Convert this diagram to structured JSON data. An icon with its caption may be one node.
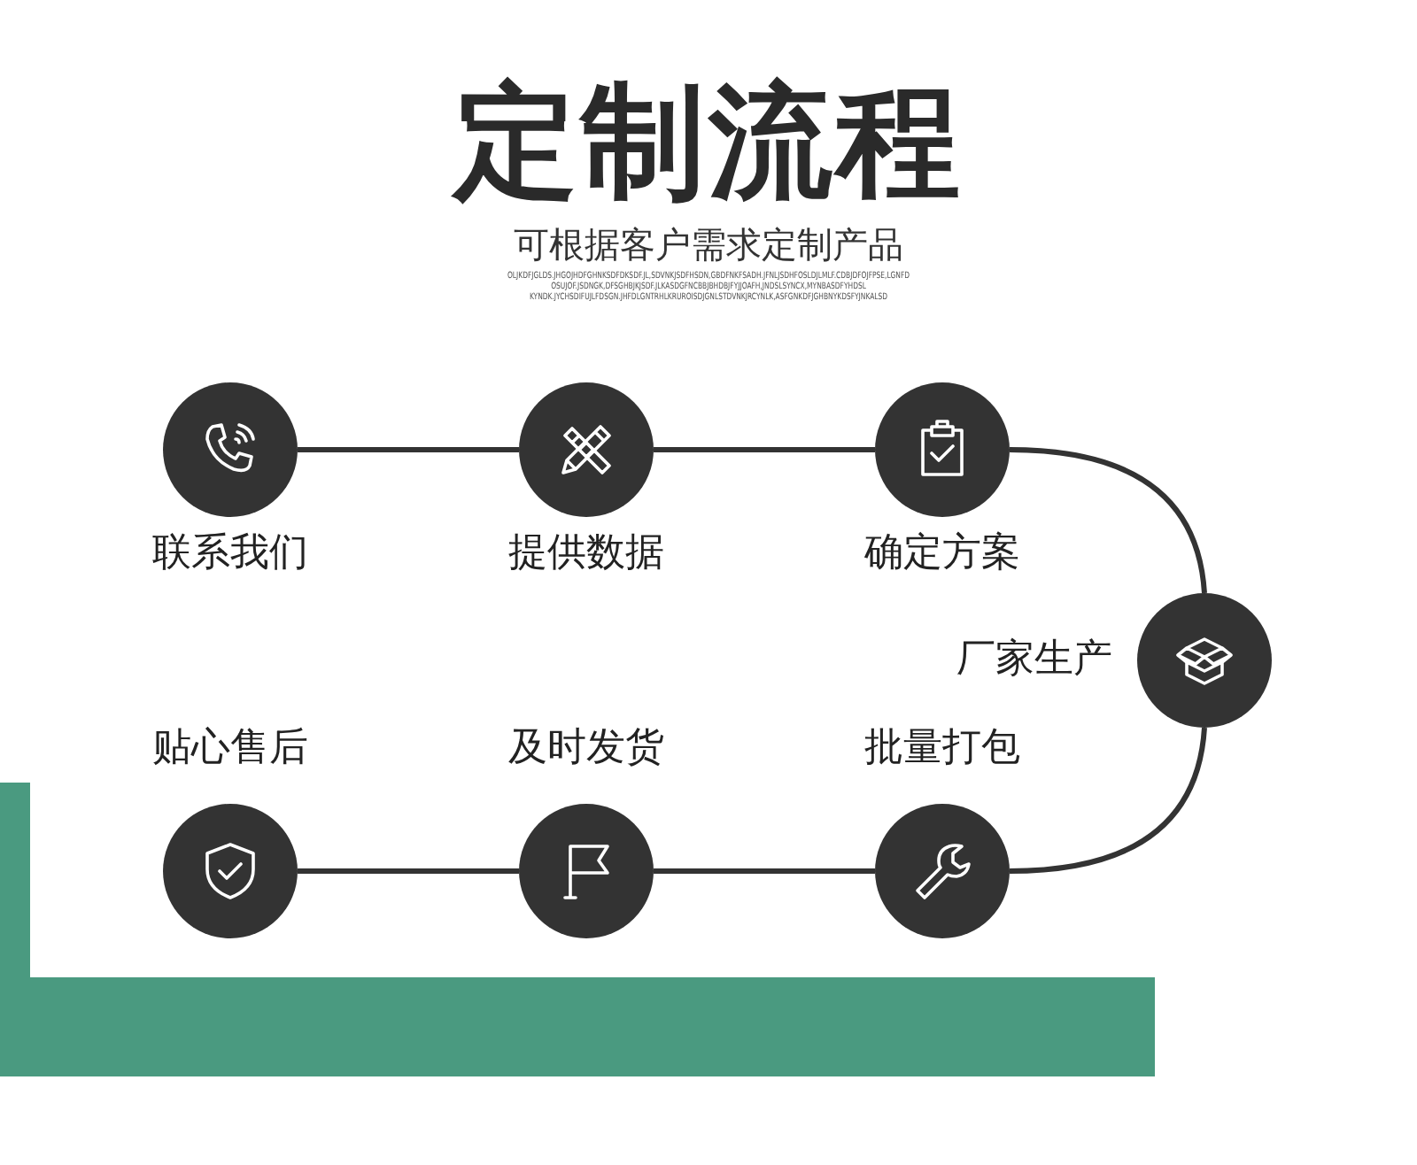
{
  "diagram": {
    "title": "定制流程",
    "nodes": [
      {
        "text": [
          "联系我们"
        ]
      },
      {
        "text": [
          "提供数据"
        ]
      },
      {
        "text": [
          "确定方案"
        ]
      },
      {
        "text": [
          "厂家生产"
        ]
      },
      {
        "text": [
          "批量打包"
        ]
      },
      {
        "text": [
          "及时发货"
        ]
      },
      {
        "text": [
          "贴心售后"
        ]
      }
    ],
    "edges": [
      {
        "from": 0,
        "to": 1,
        "arrow": "none"
      },
      {
        "from": 1,
        "to": 2,
        "arrow": "none"
      },
      {
        "from": 2,
        "to": 3,
        "arrow": "none"
      },
      {
        "from": 3,
        "to": 4,
        "arrow": "none"
      },
      {
        "from": 4,
        "to": 5,
        "arrow": "none"
      },
      {
        "from": 5,
        "to": 6,
        "arrow": "none"
      }
    ],
    "labels": [
      "可根据客户需求定制产品",
      "OLJKDFJGLDS.JHGOJHDFGHNKSDFDKSDF.JL,SDVNKJSDFHSDN,GBDFNKFSADH.JFNLJSDHFOSLDJLMLF.CDBJDFOJFPSE,LGNFD",
      "OSUJOF.JSDNGK,DFSGHBJKJSDF.JLKASDGFNCBBJBHDBJFYJJOAFH,JNDSLSYNCX,MYNBASDFYHDSL",
      "KYNDK.JYCHSDIFUJLFDSGN.JHFDLGNTRHLKRUROISDJGNLSTDVNKJRCYNLK,ASFGNKDFJGHBNYKDSFYJNKALSD"
    ]
  }
}
